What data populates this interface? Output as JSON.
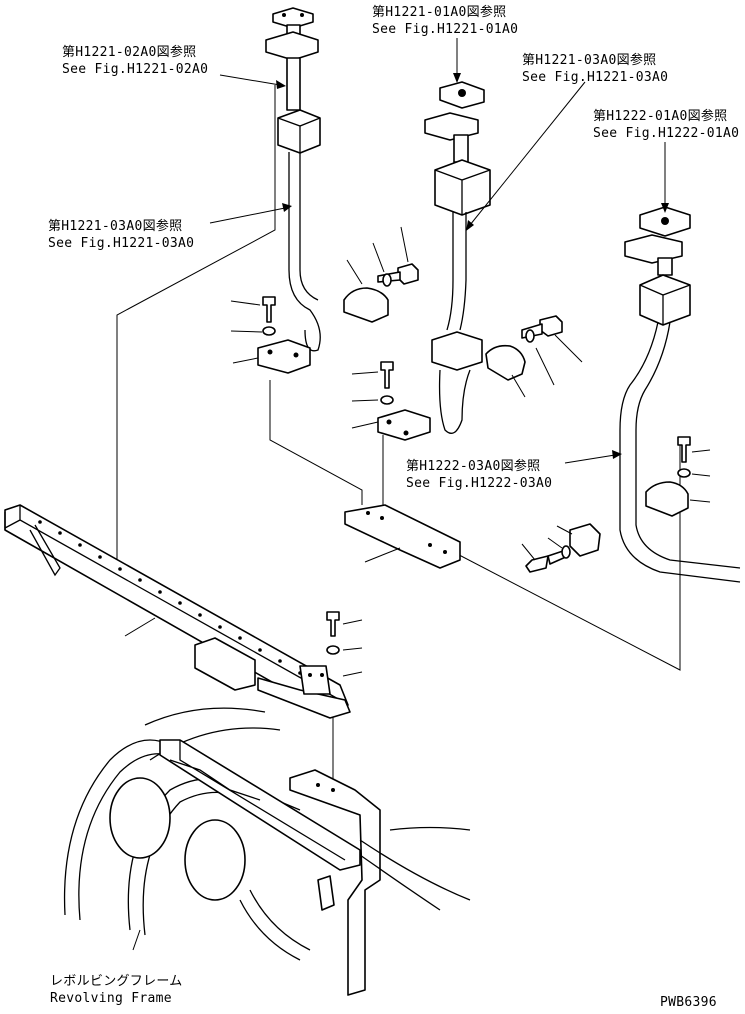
{
  "callouts": [
    {
      "jp": "第H1221-02A0図参照",
      "en": "See Fig.H1221-02A0"
    },
    {
      "jp": "第H1221-01A0図参照",
      "en": "See Fig.H1221-01A0"
    },
    {
      "jp": "第H1221-03A0図参照",
      "en": "See Fig.H1221-03A0"
    },
    {
      "jp": "第H1222-01A0図参照",
      "en": "See Fig.H1222-01A0"
    },
    {
      "jp": "第H1221-03A0図参照",
      "en": "See Fig.H1221-03A0"
    },
    {
      "jp": "第H1222-03A0図参照",
      "en": "See Fig.H1222-03A0"
    }
  ],
  "frame_label": {
    "jp": "レボルビングフレーム",
    "en": "Revolving Frame"
  },
  "drawing_id": "PWB6396"
}
